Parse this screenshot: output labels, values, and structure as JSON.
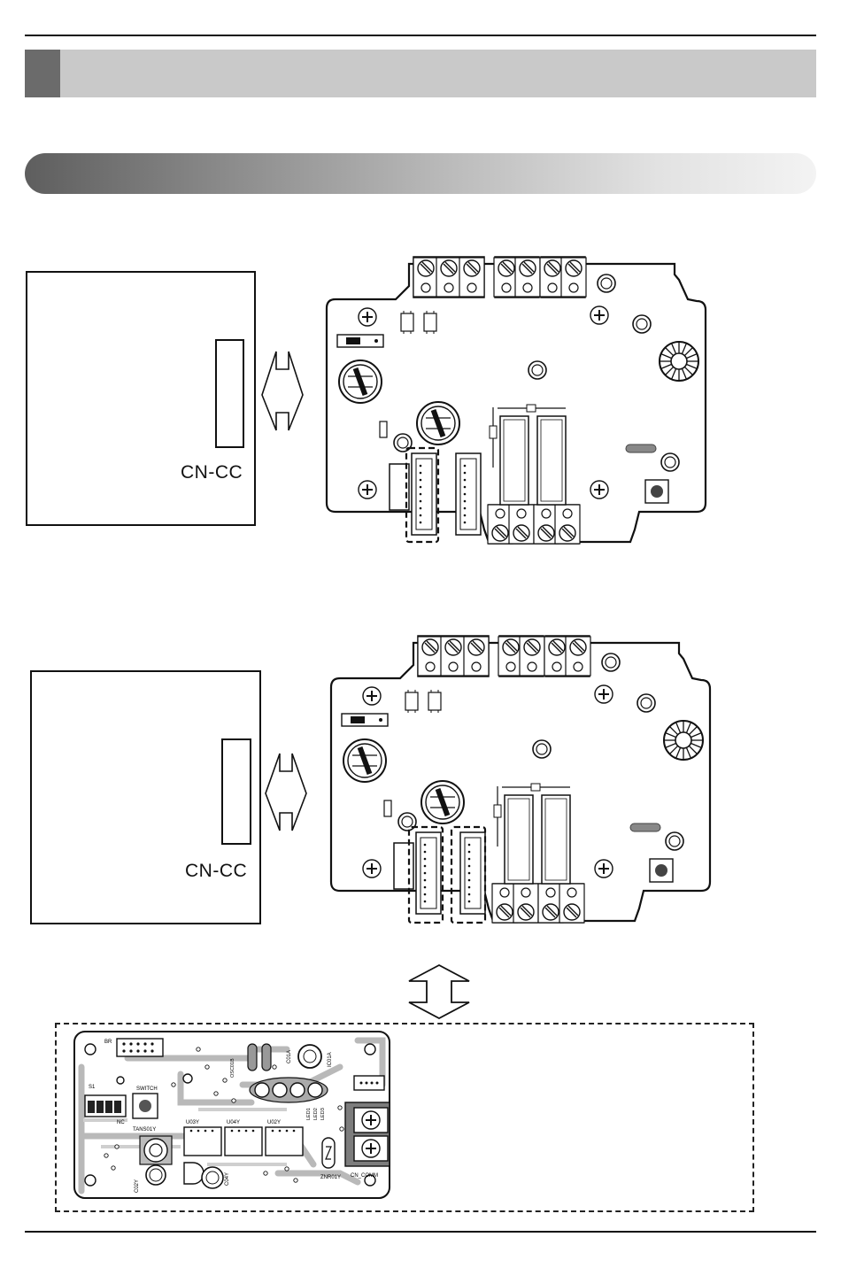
{
  "section_header": {
    "title": ""
  },
  "subsection_header": {
    "title": ""
  },
  "diagram_top": {
    "connector_label": "CN-CC"
  },
  "diagram_middle": {
    "connector_label": "CN-CC"
  },
  "module_board": {
    "labels": {
      "br": "BR",
      "s1": "S1",
      "switch": "SWITCH",
      "nc": "NC",
      "tans": "TANS01Y",
      "u03": "U03Y",
      "u04": "U04Y",
      "u02": "U02Y",
      "c02": "C02Y",
      "c04": "C04Y",
      "c01a": "C01A",
      "ic01a": "IC01A",
      "osc": "OSC01B",
      "led1": "LED1",
      "led2": "LED2",
      "led3": "LED3",
      "znr": "ZNR01Y",
      "cn_comm": "CN_COMM"
    }
  }
}
